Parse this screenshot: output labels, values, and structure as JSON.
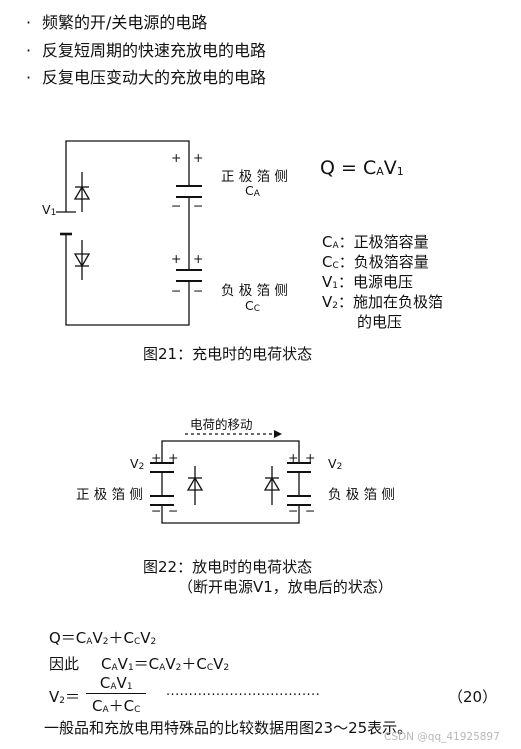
{
  "bullets": [
    "频繁的开/关电源的电路",
    "反复短周期的快速充放电的电路",
    "反复电压变动大的充放电的电路"
  ],
  "bullet_marker": "·",
  "fig21": {
    "caption": "图21：充电时的电荷状态",
    "positive_foil": "正 极 箔 侧",
    "negative_foil": "负 极 箔 侧",
    "cap_pos_sub": "A",
    "cap_neg_sub": "C",
    "v1_sub": "1",
    "plus": "+",
    "minus": "−",
    "equation": {
      "lhs": "Q = C",
      "sub1": "A",
      "mid": "V",
      "sub2": "1"
    },
    "legend": [
      {
        "sym": "C",
        "sub": "A",
        "sep": "：",
        "text": "正极箔容量"
      },
      {
        "sym": "C",
        "sub": "C",
        "sep": "：",
        "text": "负极箔容量"
      },
      {
        "sym": "V",
        "sub": "1",
        "sep": "：",
        "text": "电源电压"
      },
      {
        "sym": "V",
        "sub": "2",
        "sep": "：",
        "text": "施加在负极箔"
      }
    ],
    "legend_cont": "的电压"
  },
  "fig22": {
    "arrow_label": "电荷的移动",
    "caption": "图22：放电时的电荷状态",
    "sub_caption": "（断开电源V1，放电后的状态）",
    "positive_foil": "正 极 箔 侧",
    "negative_foil": "负 极 箔 侧",
    "v2_sub": "2"
  },
  "formulas": {
    "line1": {
      "a": "Q＝C",
      "b": "A",
      "c": "V",
      "d": "2",
      "e": "＋C",
      "f": "C",
      "g": "V",
      "h": "2"
    },
    "line2": {
      "prefix": "因此",
      "a": "C",
      "b": "A",
      "c": "V",
      "d": "1",
      "e": "＝C",
      "f": "A",
      "g": "V",
      "h": "2",
      "i": "＋C",
      "j": "C",
      "k": "V",
      "l": "2"
    },
    "line3": {
      "lhs": "V",
      "lhs_sub": "2",
      "eq": "＝",
      "num_a": "C",
      "num_b": "A",
      "num_c": "V",
      "num_d": "1",
      "den_a": "C",
      "den_b": "A",
      "den_c": "＋C",
      "den_d": "C",
      "dots": "··································",
      "eqno": "（20）"
    }
  },
  "closing": "一般品和充放电用特殊品的比较数据用图23～25表示。",
  "watermark": "CSDN @qq_41925897"
}
